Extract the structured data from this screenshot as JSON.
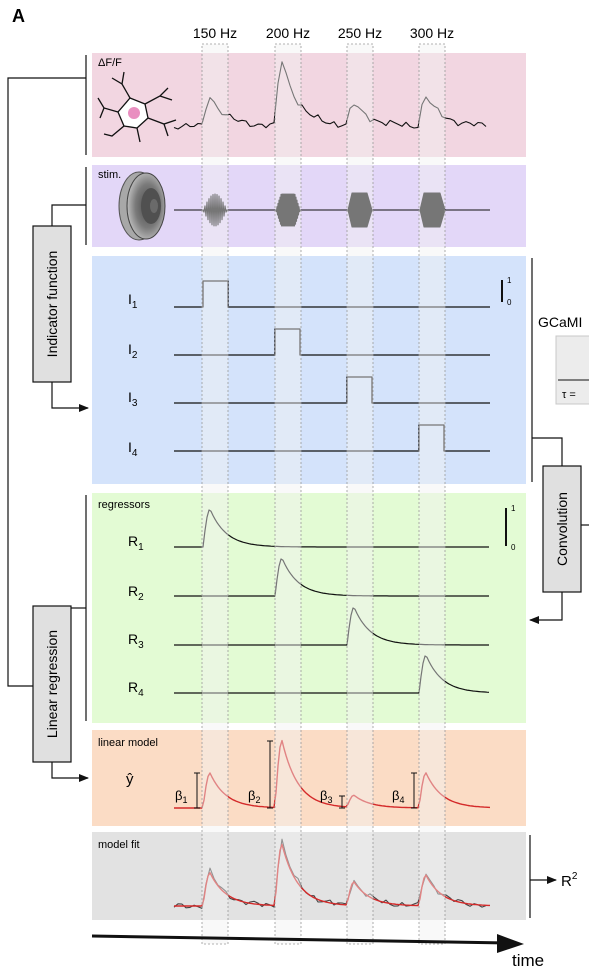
{
  "panel_letter": "A",
  "frequencies": [
    "150 Hz",
    "200 Hz",
    "250 Hz",
    "300 Hz"
  ],
  "sections": {
    "dff": "ΔF/F",
    "stim": "stim.",
    "regressors": "regressors",
    "linear_model": "linear model",
    "model_fit": "model fit"
  },
  "side_labels": {
    "indicator_function": "Indicator function",
    "linear_regression": "Linear regression",
    "convolution": "Convolution"
  },
  "indicator_labels": [
    "I",
    "I",
    "I",
    "I"
  ],
  "regressor_labels": [
    "R",
    "R",
    "R",
    "R"
  ],
  "beta_labels": [
    "β",
    "β",
    "β",
    "β"
  ],
  "subscripts": [
    "1",
    "2",
    "3",
    "4"
  ],
  "yhat": "ŷ",
  "scale": {
    "top": "1",
    "bottom": "0"
  },
  "gcamp_label": "GCaMI",
  "tau_label": "τ =",
  "r2_label": "R",
  "r2_sup": "2",
  "time_label": "time",
  "colors": {
    "dff_bg": "#f2d6e1",
    "stim_bg": "#e3d7f8",
    "indicator_bg": "#d4e3fb",
    "regressor_bg": "#e3fbd4",
    "model_bg": "#fbdcc5",
    "fit_bg": "#e2e2e2",
    "fit_red": "#d42a2a",
    "neuron_pink": "#e98fc0"
  }
}
